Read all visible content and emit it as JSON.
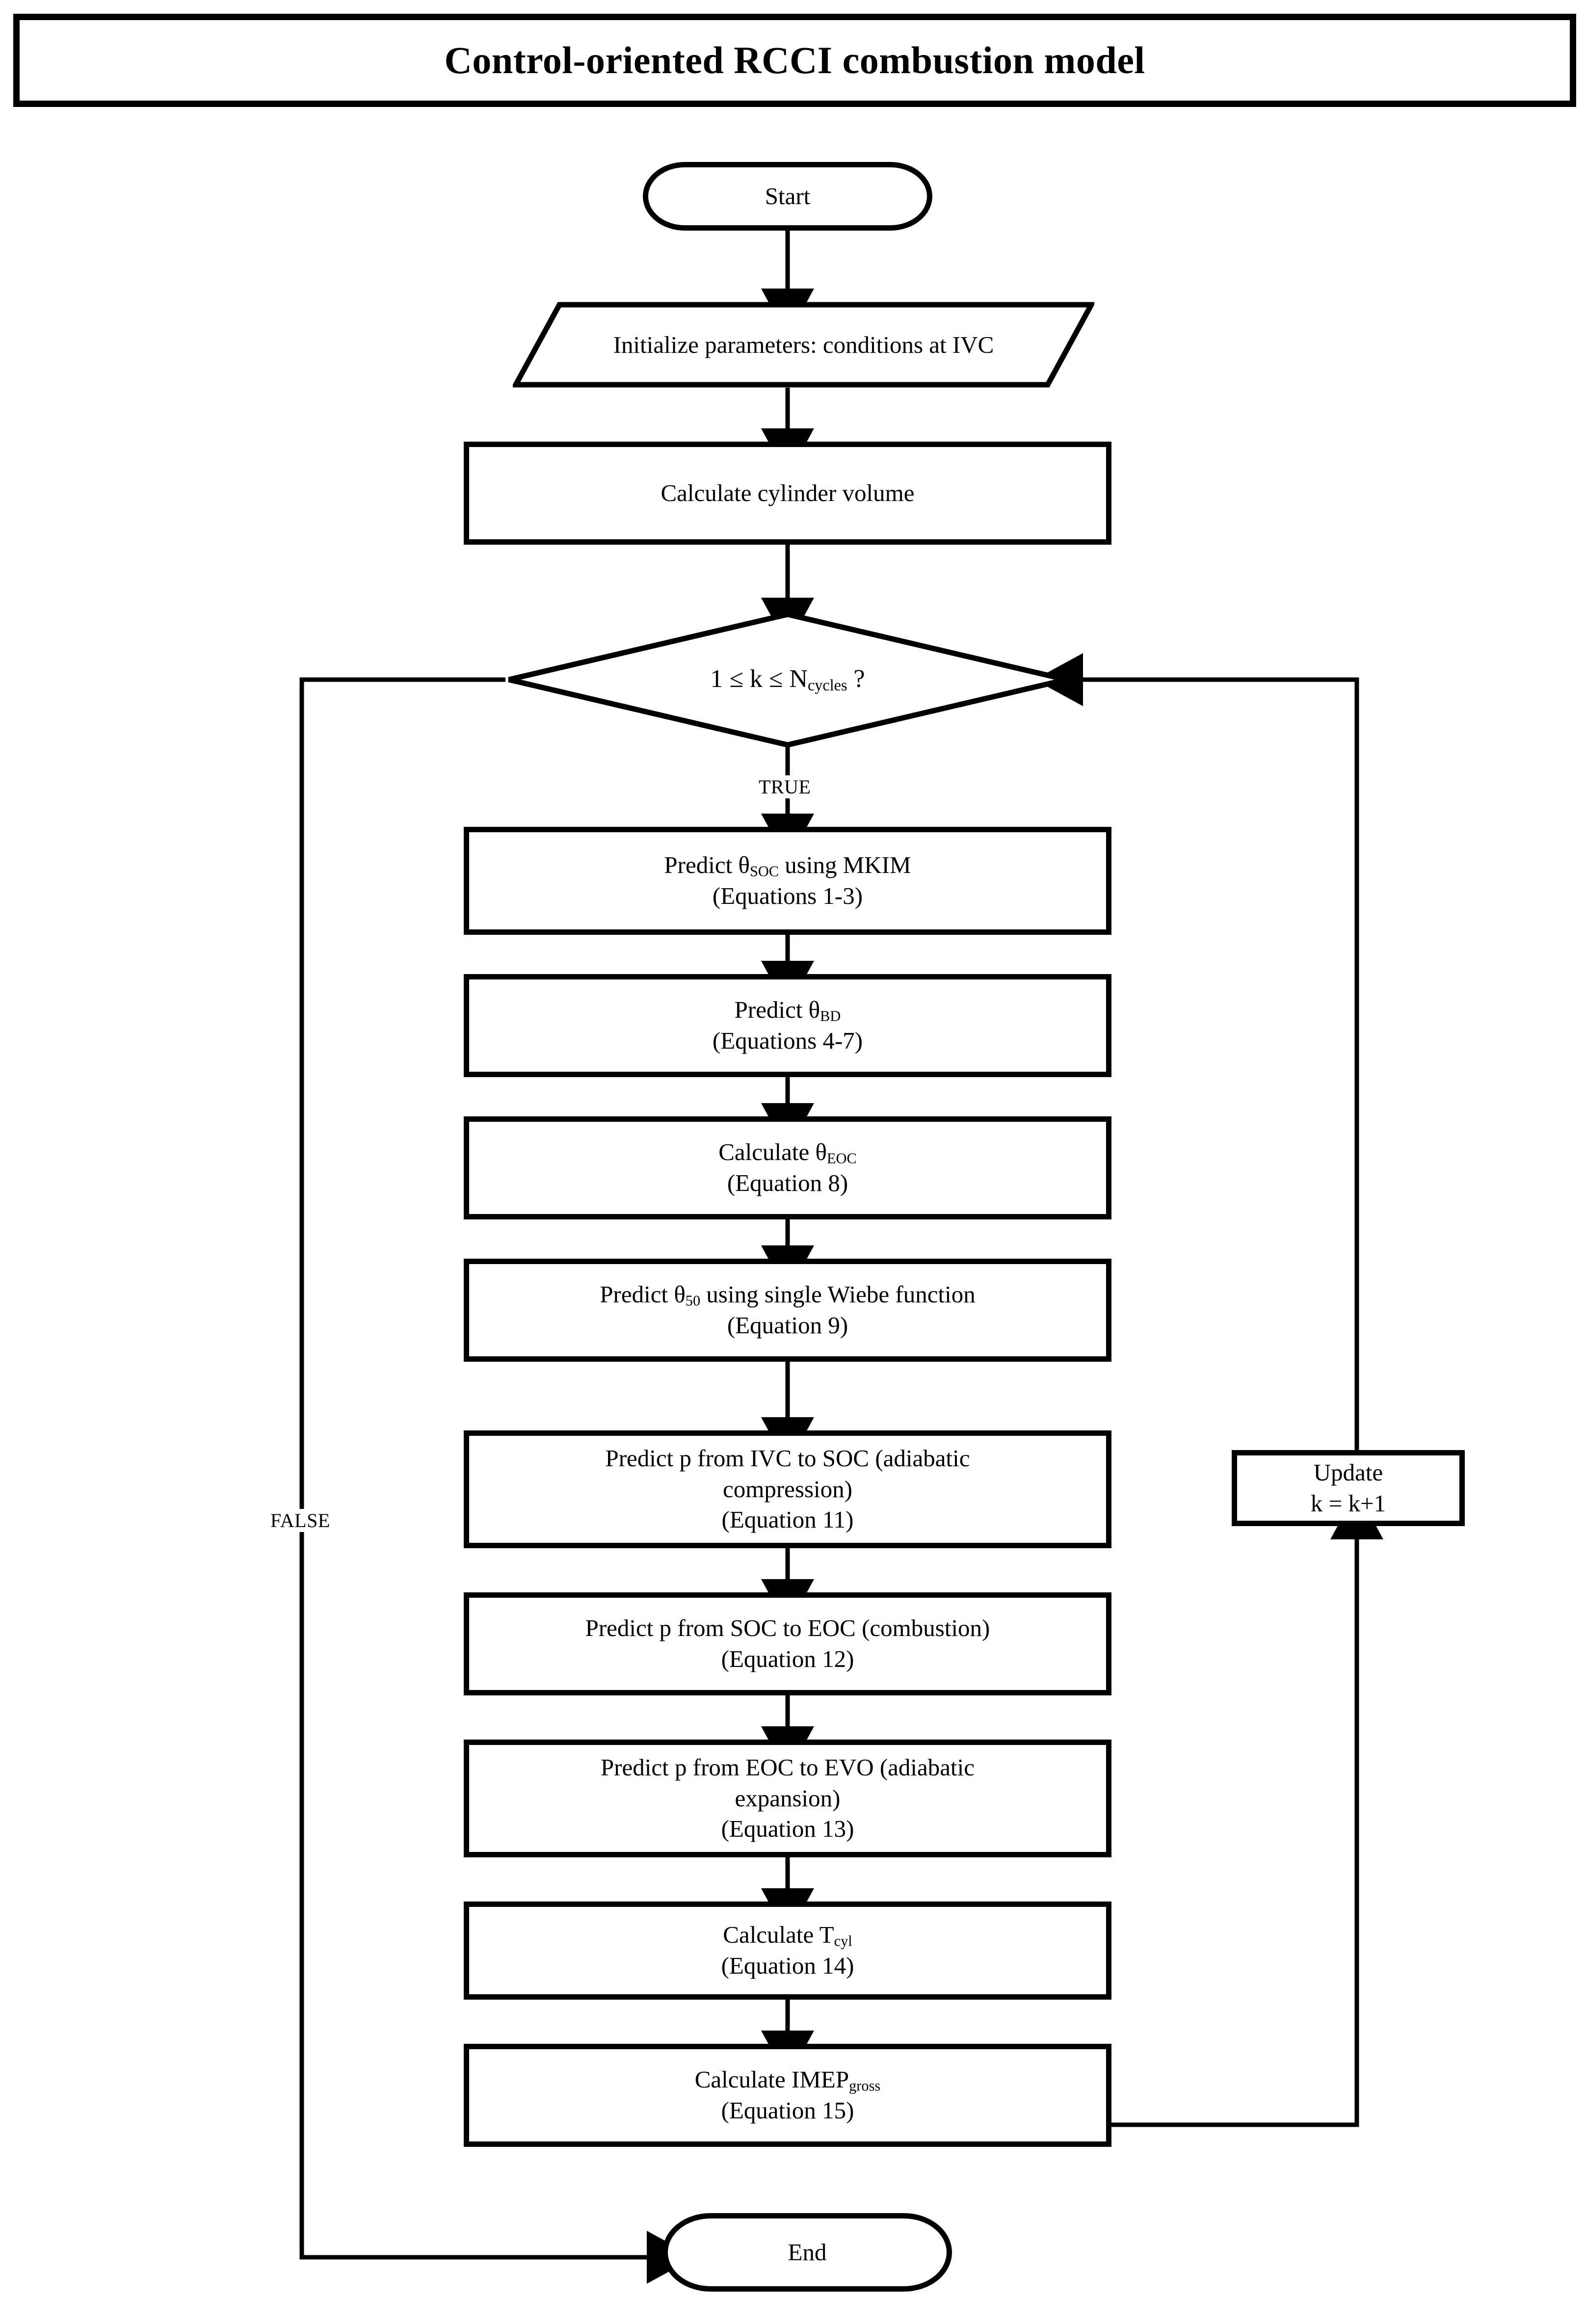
{
  "title": {
    "text": "Control-oriented RCCI combustion model"
  },
  "flow": {
    "start": {
      "label": "Start"
    },
    "input": {
      "label": "Initialize parameters: conditions at IVC"
    },
    "volume": {
      "label": "Calculate cylinder volume"
    },
    "decision": {
      "label": "1 ≤  k ≤ N",
      "sub": "cycles",
      "suffix": " ?",
      "true_label": "TRUE",
      "false_label": "FALSE"
    },
    "steps": [
      {
        "line1_pre": "Predict θ",
        "line1_sub": "SOC",
        "line1_post": " using MKIM",
        "line2": "(Equations 1-3)"
      },
      {
        "line1_pre": "Predict θ",
        "line1_sub": "BD",
        "line1_post": "",
        "line2": "(Equations 4-7)"
      },
      {
        "line1_pre": "Calculate θ",
        "line1_sub": "EOC",
        "line1_post": "",
        "line2": "(Equation 8)"
      },
      {
        "line1_pre": "Predict θ",
        "line1_sub": "50",
        "line1_post": " using single Wiebe function",
        "line2": "(Equation 9)"
      },
      {
        "line1_pre": "Predict p from IVC to SOC (adiabatic",
        "line1_sub": "",
        "line1_post": "",
        "line1b": "compression)",
        "line2": "(Equation 11)"
      },
      {
        "line1_pre": "Predict p from SOC to EOC (combustion)",
        "line1_sub": "",
        "line1_post": "",
        "line2": "(Equation 12)"
      },
      {
        "line1_pre": "Predict p from EOC to EVO (adiabatic",
        "line1_sub": "",
        "line1_post": "",
        "line1b": "expansion)",
        "line2": "(Equation 13)"
      },
      {
        "line1_pre": "Calculate T",
        "line1_sub": "cyl",
        "line1_post": "",
        "line2": "(Equation 14)"
      },
      {
        "line1_pre": "Calculate IMEP",
        "line1_sub": "gross",
        "line1_post": "",
        "line2": "(Equation 15)"
      }
    ],
    "update": {
      "line1": "Update",
      "line2": "k = k+1"
    },
    "end": {
      "label": "End"
    }
  },
  "style": {
    "ink": "#000000",
    "paper": "#ffffff"
  }
}
